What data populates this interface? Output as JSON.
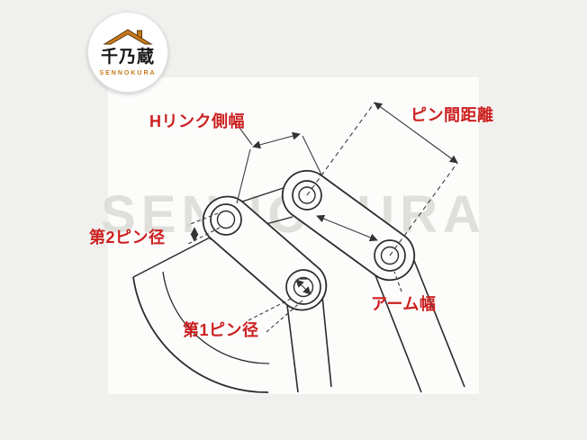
{
  "logo": {
    "brand": "千乃蔵",
    "subbrand": "SENNOKURA"
  },
  "watermark": {
    "text": "SENNOKURA"
  },
  "labels": {
    "h_link_width": "Hリンク側幅",
    "pin_distance": "ピン間距離",
    "pin2_diameter": "第2ピン径",
    "pin1_diameter": "第1ピン径",
    "arm_width": "アーム幅"
  },
  "colors": {
    "label_red": "#cc2020",
    "watermark_gray": "#d8d8d5",
    "logo_orange": "#c9791c",
    "line_dark": "#2b2b2b",
    "background": "#f0f0ee"
  }
}
